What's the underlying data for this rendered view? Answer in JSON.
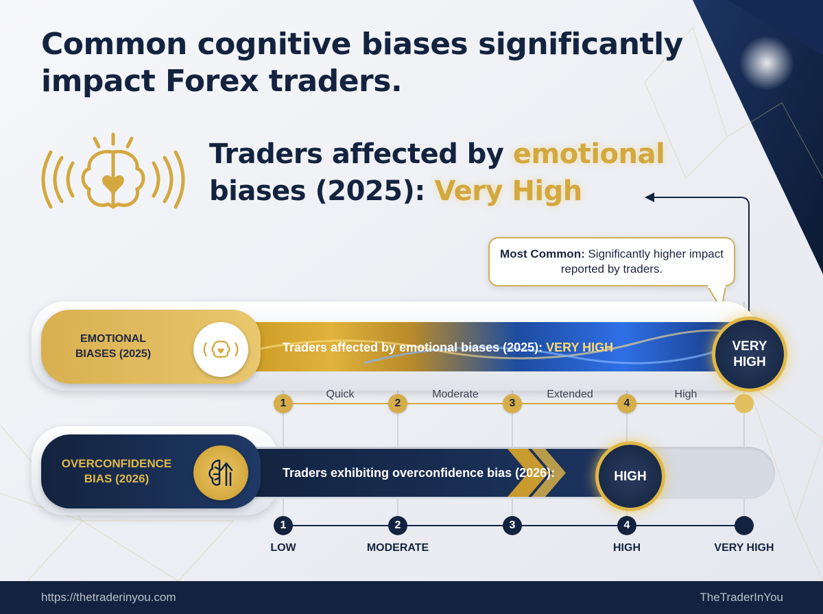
{
  "title": "Common cognitive biases significantly impact Forex traders.",
  "headline": {
    "part1": "Traders affected by ",
    "part2": "emotional",
    "part3": "biases (2025): ",
    "part4": "Very High"
  },
  "callout": {
    "bold": "Most Common:",
    "text": " Significantly higher impact reported by traders."
  },
  "rows": [
    {
      "label_line1": "EMOTIONAL",
      "label_line2": "BIASES (2025)",
      "bar_text": "Traders affected by emotional biases (2025): ",
      "bar_value": "VERY HIGH",
      "badge_line1": "VERY",
      "badge_line2": "HIGH",
      "level": 5,
      "icon": "brain-heart-icon",
      "segment_labels": [
        "Quick",
        "Moderate",
        "Extended",
        "High"
      ]
    },
    {
      "label_line1": "OVERCONFIDENCE",
      "label_line2": "BIAS (2026)",
      "bar_text": "Traders exhibiting overconfidence bias (2026):",
      "badge_line1": "HIGH",
      "level": 4,
      "icon": "brain-arrow-up-icon"
    }
  ],
  "scale": {
    "numbers": [
      "1",
      "2",
      "3",
      "4"
    ],
    "labels": [
      "LOW",
      "MODERATE",
      "HIGH",
      "VERY HIGH"
    ]
  },
  "footer": {
    "url": "https://thetraderinyou.com",
    "brand": "TheTraderInYou"
  },
  "colors": {
    "navy": "#13233f",
    "gold": "#d3a83f",
    "blue_accent": "#1f5ad6"
  }
}
